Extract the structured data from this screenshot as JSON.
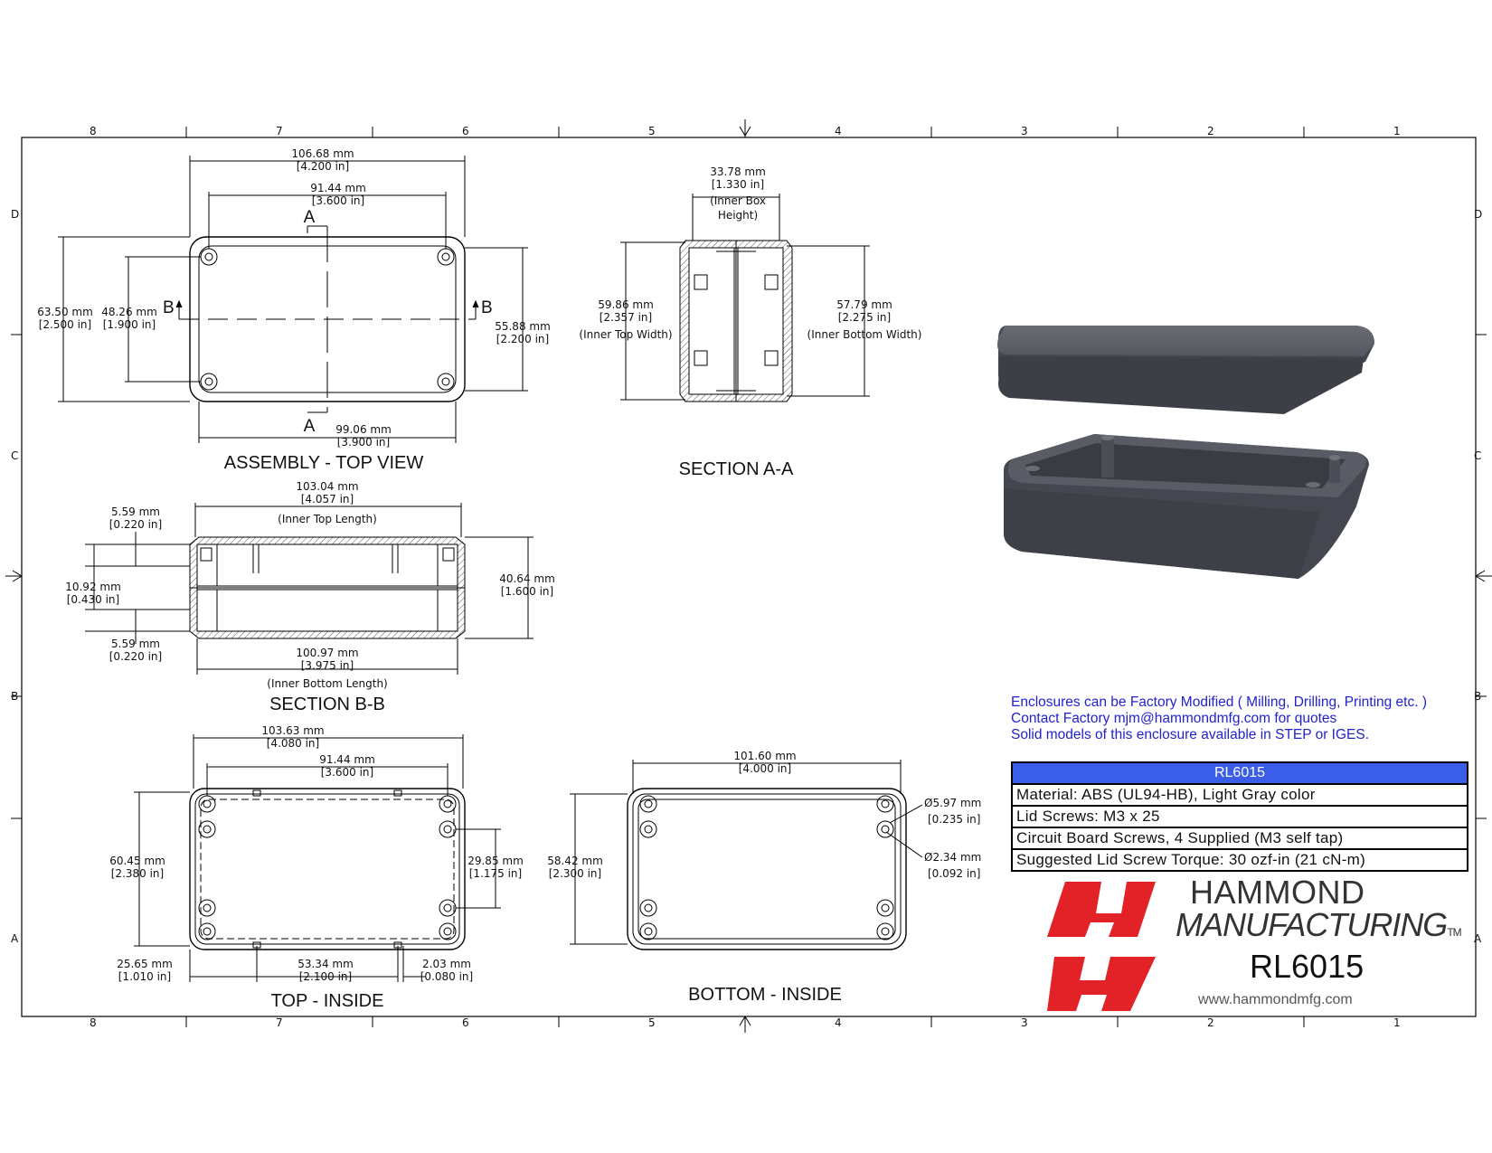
{
  "zones": {
    "columns": [
      "8",
      "7",
      "6",
      "5",
      "4",
      "3",
      "2",
      "1"
    ],
    "rows": [
      "D",
      "C",
      "B",
      "A"
    ]
  },
  "top_view": {
    "title": "ASSEMBLY - TOP VIEW",
    "section_letter_a": "A",
    "section_letter_b": "B",
    "dim_overall_length": {
      "mm": "106.68 mm",
      "in": "[4.200 in]"
    },
    "dim_hole_spacing_x": {
      "mm": "91.44 mm",
      "in": "[3.600 in]"
    },
    "dim_overall_width": {
      "mm": "63.50 mm",
      "in": "[2.500 in]"
    },
    "dim_hole_spacing_y": {
      "mm": "48.26 mm",
      "in": "[1.900 in]"
    },
    "dim_lid_width": {
      "mm": "55.88 mm",
      "in": "[2.200 in]"
    },
    "dim_lid_length": {
      "mm": "99.06 mm",
      "in": "[3.900 in]"
    }
  },
  "section_aa": {
    "title": "SECTION A-A",
    "dim_inner_height": {
      "mm": "33.78 mm",
      "in": "[1.330 in]",
      "note1": "(Inner Box",
      "note2": "Height)"
    },
    "dim_inner_top_width": {
      "mm": "59.86 mm",
      "in": "[2.357 in]",
      "note": "(Inner Top Width)"
    },
    "dim_inner_bottom_width": {
      "mm": "57.79 mm",
      "in": "[2.275 in]",
      "note": "(Inner Bottom Width)"
    }
  },
  "section_bb": {
    "title": "SECTION B-B",
    "dim_inner_top_length": {
      "mm": "103.04 mm",
      "in": "[4.057 in]",
      "note": "(Inner Top Length)"
    },
    "dim_top_offset": {
      "mm": "5.59 mm",
      "in": "[0.220 in]"
    },
    "dim_mid": {
      "mm": "10.92 mm",
      "in": "[0.430 in]"
    },
    "dim_bottom_offset": {
      "mm": "5.59 mm",
      "in": "[0.220 in]"
    },
    "dim_height": {
      "mm": "40.64 mm",
      "in": "[1.600 in]"
    },
    "dim_inner_bottom_length": {
      "mm": "100.97 mm",
      "in": "[3.975 in]",
      "note": "(Inner Bottom Length)"
    }
  },
  "top_inside": {
    "title": "TOP - INSIDE",
    "dim_length": {
      "mm": "103.63 mm",
      "in": "[4.080 in]"
    },
    "dim_hole_spacing": {
      "mm": "91.44 mm",
      "in": "[3.600 in]"
    },
    "dim_width": {
      "mm": "60.45 mm",
      "in": "[2.380 in]"
    },
    "dim_boss_spacing": {
      "mm": "29.85 mm",
      "in": "[1.175 in]"
    },
    "dim_edge_offset": {
      "mm": "25.65 mm",
      "in": "[1.010 in]"
    },
    "dim_rib_spacing": {
      "mm": "53.34 mm",
      "in": "[2.100 in]"
    },
    "dim_rib_width": {
      "mm": "2.03 mm",
      "in": "[0.080 in]"
    }
  },
  "bottom_inside": {
    "title": "BOTTOM - INSIDE",
    "dim_length": {
      "mm": "101.60 mm",
      "in": "[4.000 in]"
    },
    "dim_width": {
      "mm": "58.42 mm",
      "in": "[2.300 in]"
    },
    "dim_boss_dia": {
      "mm": "Ø5.97 mm",
      "in": "[0.235 in]"
    },
    "dim_hole_dia": {
      "mm": "Ø2.34 mm",
      "in": "[0.092 in]"
    }
  },
  "notes": [
    "Enclosures can be Factory Modified ( Milling, Drilling, Printing etc. )",
    "Contact Factory mjm@hammondmfg.com for quotes",
    "Solid models of this enclosure available in STEP or IGES."
  ],
  "spec_table": {
    "header": "RL6015",
    "rows": [
      "Material: ABS (UL94-HB),  Light Gray color",
      "Lid Screws: M3 x 25",
      "Circuit Board Screws, 4 Supplied (M3 self tap)",
      "Suggested Lid Screw Torque: 30 ozf-in (21 cN-m)"
    ]
  },
  "brand": {
    "line1": "HAMMOND",
    "line2": "MANUFACTURING",
    "tm": "TM",
    "model": "RL6015",
    "website": "www.hammondmfg.com",
    "logo_color": "#e32227"
  },
  "colors": {
    "note_text": "#2222cc",
    "table_header": "#3a5ee8",
    "enclosure_render": "#4a4c55"
  }
}
